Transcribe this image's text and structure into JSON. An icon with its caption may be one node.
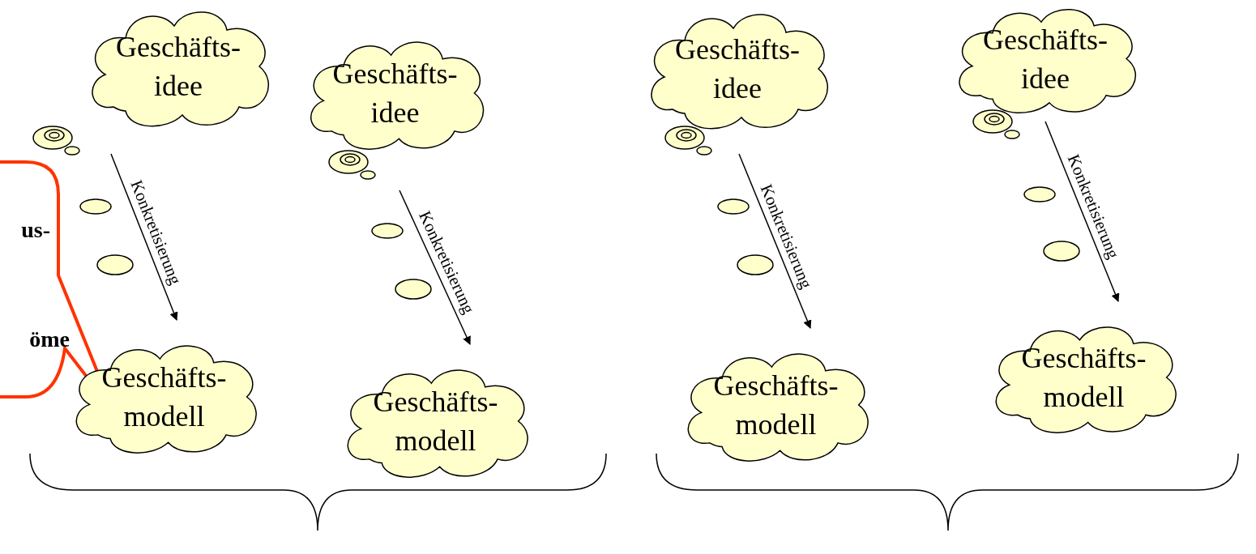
{
  "diagram": {
    "nodes": [
      {
        "text": [
          "us-",
          "öme"
        ]
      },
      {
        "text": [
          "Geschäfts- idee"
        ]
      },
      {
        "text": [
          "Geschäfts- idee"
        ]
      },
      {
        "text": [
          "Geschäfts- idee"
        ]
      },
      {
        "text": [
          "Geschäfts- idee"
        ]
      },
      {
        "text": [
          "Geschäfts- modell"
        ]
      },
      {
        "text": [
          "Geschäfts- modell"
        ]
      },
      {
        "text": [
          "Geschäfts- modell"
        ]
      },
      {
        "text": [
          "Geschäfts- modell"
        ]
      }
    ],
    "edges": [
      {
        "from": 1,
        "to": 5,
        "arrow": "to",
        "label": "Konkretisierung"
      },
      {
        "from": 2,
        "to": 6,
        "arrow": "to",
        "label": "Konkretisierung"
      },
      {
        "from": 3,
        "to": 7,
        "arrow": "to",
        "label": "Konkretisierung"
      },
      {
        "from": 4,
        "to": 8,
        "arrow": "to",
        "label": "Konkretisierung"
      }
    ]
  }
}
